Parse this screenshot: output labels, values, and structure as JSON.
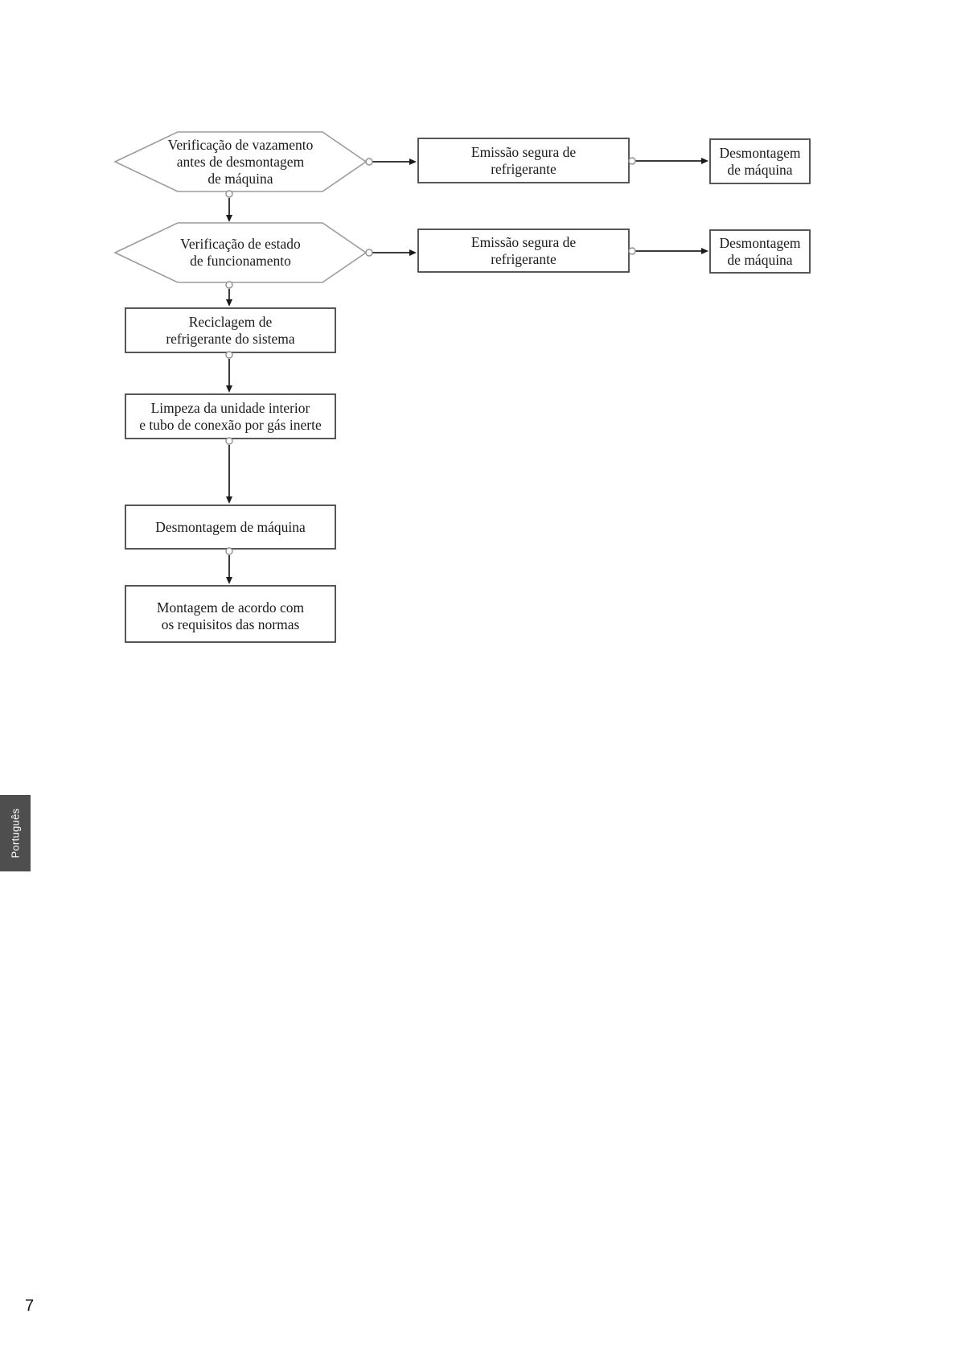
{
  "page": {
    "number": "7",
    "language_tab": "Português"
  },
  "flowchart": {
    "nodes": {
      "check_leak": "Verificação de vazamento\nantes de desmontagem\nde máquina",
      "check_state": "Verificação de estado\nde funcionamento",
      "safe_emission_1": "Emissão segura de\nrefrigerante",
      "disassembly_1": "Desmontagem\nde máquina",
      "safe_emission_2": "Emissão segura de\nrefrigerante",
      "disassembly_2": "Desmontagem\nde máquina",
      "recycling": "Reciclagem de\nrefrigerante do sistema",
      "cleaning": "Limpeza da unidade interior\ne tubo de conexão por gás inerte",
      "disassembly_final": "Desmontagem de máquina",
      "assembly": "Montagem de acordo com\nos requisitos das normas"
    },
    "colors": {
      "hexagon_stroke": "#9b9b9b",
      "box_stroke": "#474747",
      "arrow": "#3c3c3c",
      "connector_dot_stroke": "#8f8f8f",
      "text": "#1b1b1b",
      "tab_background": "#4e4e4e",
      "tab_text": "#ffffff"
    }
  }
}
